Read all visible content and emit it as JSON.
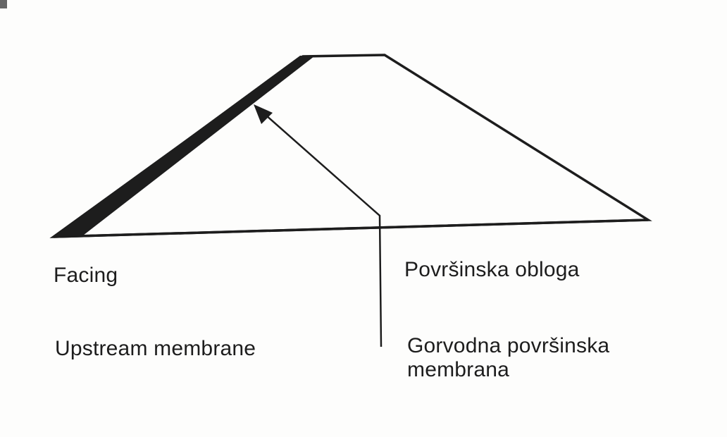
{
  "labels": {
    "facing_en": "Facing",
    "facing_hr": "Površinska obloga",
    "membrane_en": "Upstream membrane",
    "membrane_hr_line1": "Gorvodna površinska",
    "membrane_hr_line2": "membrana"
  },
  "colors": {
    "ink": "#1d1d1d",
    "paper": "#fdfdfc"
  }
}
